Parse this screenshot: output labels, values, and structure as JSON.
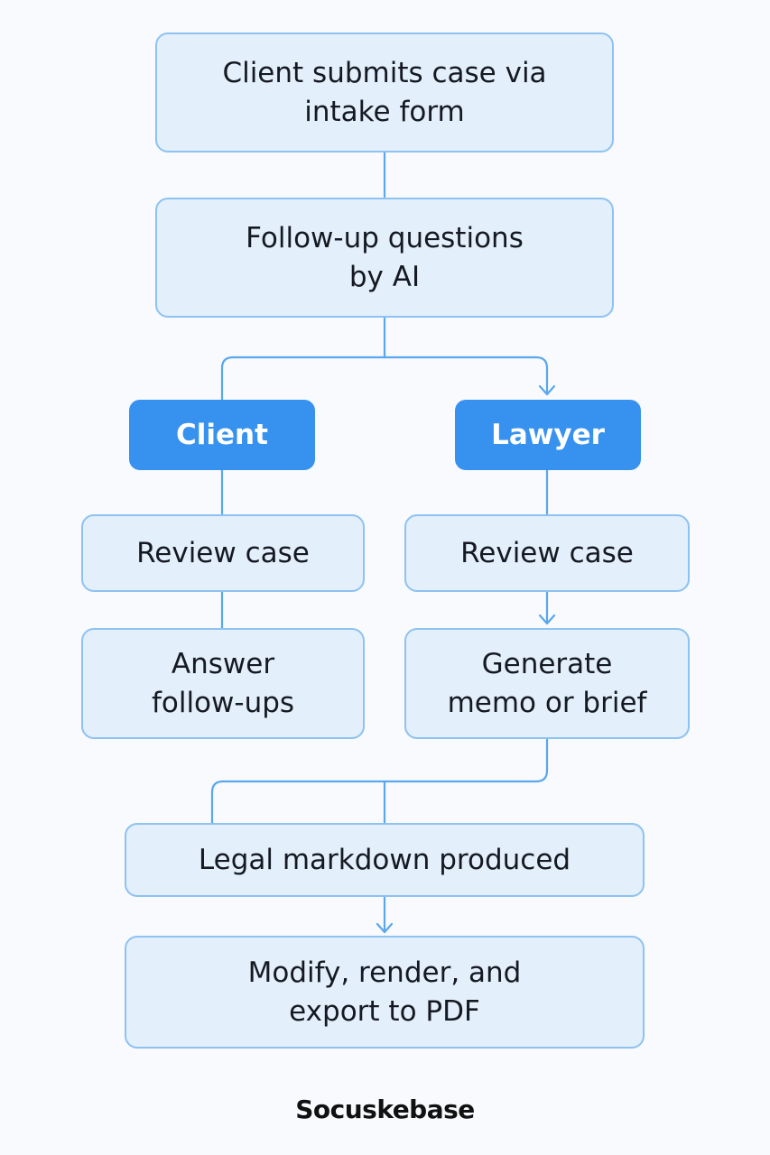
{
  "flow": {
    "intake": "Client submits case via\nintake form",
    "followup": "Follow-up questions\nby AI",
    "client_lane": "Client",
    "lawyer_lane": "Lawyer",
    "client_review": "Review case",
    "lawyer_review": "Review case",
    "client_answer": "Answer\nfollow-ups",
    "lawyer_generate": "Generate\nmemo or brief",
    "markdown": "Legal markdown produced",
    "export": "Modify, render, and\nexport to PDF"
  },
  "brand": {
    "name": "Socuskebase"
  },
  "colors": {
    "box_fill": "#e4effc",
    "box_border": "#8ec2f2",
    "lane_fill": "#3792ef",
    "connector": "#5aa7ee",
    "text": "#151a22"
  }
}
